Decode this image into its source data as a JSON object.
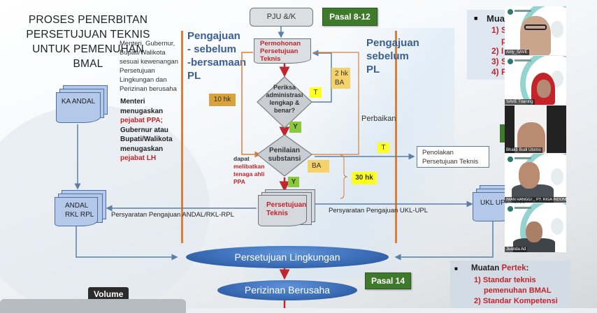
{
  "slide": {
    "title": "PROSES PENERBITAN PERSETUJUAN  TEKNIS UNTUK  PEMENUHAN BMAL",
    "title_lines": [
      "PROSES PENERBITAN",
      "PERSETUJUAN  TEKNIS",
      "UNTUK  PEMENUHAN",
      "BMAL"
    ],
    "authority_note": [
      "Menteri, Gubernur,",
      "Bupati/Walikota",
      "sesuai kewenangan",
      "Persetujuan",
      "Lingkungan dan",
      "Perizinan berusaha"
    ],
    "assignment_note": [
      {
        "text": "Menteri",
        "red": false
      },
      {
        "text": "menugaskan",
        "red": false
      },
      {
        "text": "pejabat PPA;",
        "red": true
      },
      {
        "text": "Gubernur atau",
        "red": false
      },
      {
        "text": "Bupati/Walikota",
        "red": false
      },
      {
        "text": "menugaskan",
        "red": false
      },
      {
        "text": "pejabat LH",
        "red": true
      }
    ],
    "left_lane_header": [
      "Pengajuan",
      "-  sebelum",
      "-bersamaan",
      "PL"
    ],
    "right_lane_header": [
      "Pengajuan",
      "sebelum",
      "PL"
    ],
    "pasal_top": "Pasal  8-12",
    "pasal_bottom": "Pasal  14",
    "pju_box": "PJU &/K",
    "permohonan": [
      "Permohonan",
      "Persetujuan",
      "Teknis"
    ],
    "diamond_admin": [
      "Periksa",
      "administrasi",
      "lengkap &",
      "benar?"
    ],
    "diamond_substansi": [
      "Penilaian",
      "substansi"
    ],
    "label_T1": "T",
    "label_T2": "T",
    "label_Y1": "Y",
    "label_Y2": "Y",
    "label_2hk": [
      "2 hk",
      "BA"
    ],
    "label_10hk": "10 hk",
    "label_BA": "BA",
    "label_30hk": "30 hk",
    "perbaikan": "Perbaikan",
    "penolakan": [
      "Penolakan",
      "Persetujuan Teknis"
    ],
    "expert_note": [
      {
        "text": "dapat",
        "red": false
      },
      {
        "text": "melibatkan",
        "red": true
      },
      {
        "text": "tenaga ahli",
        "red": true
      },
      {
        "text": "PPA",
        "red": true
      }
    ],
    "persetujuan_teknis_doc": [
      "Persetujuan",
      "Teknis"
    ],
    "ka_andal": "KA ANDAL",
    "andal_rkl_rpl": [
      "ANDAL",
      "RKL RPL"
    ],
    "ukl_upl": "UKL UPL",
    "req_andal": "Persyaratan Pengajuan ANDAL/RKL-RPL",
    "req_ukl": "Persyaratan Pengajuan UKL-UPL",
    "persetujuan_lingkungan": "Persetujuan Lingkungan",
    "perizinan_berusaha": "Perizinan Berusaha",
    "muatan_top": {
      "heading": "Muat",
      "items": [
        "1) S",
        "p",
        "2) I",
        "3) S",
        "4) P"
      ]
    },
    "muatan_bottom": {
      "heading_a": "Muatan ",
      "heading_b": "Pertek",
      "heading_c": ":",
      "items": [
        "1) Standar teknis",
        "pemenuhan BMAL",
        "2) Standar Kompetensi"
      ]
    }
  },
  "participants": [
    {
      "name": "Anly_SAVE"
    },
    {
      "name": "SAVE Training"
    },
    {
      "name": "Bhakti Budi Utomo"
    },
    {
      "name": "IMAN HANGGI _ PT. RIGA INDONESIA"
    },
    {
      "name": "Juanda Ad"
    }
  ],
  "player": {
    "volume_tooltip": "Volume"
  }
}
